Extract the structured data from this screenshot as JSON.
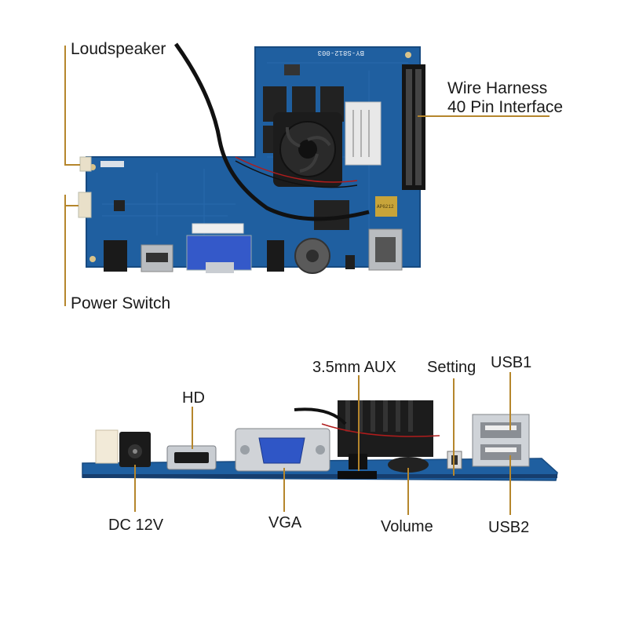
{
  "top_board": {
    "labels": {
      "loudspeaker": "Loudspeaker",
      "power_switch": "Power Switch",
      "wire_harness_line1": "Wire Harness",
      "wire_harness_line2": "40 Pin Interface"
    },
    "pcb_silkscreen": "BY-S812-003",
    "chip_label": "AP6212"
  },
  "bottom_board": {
    "labels": {
      "hd": "HD",
      "aux": "3.5mm AUX",
      "setting": "Setting",
      "usb1": "USB1",
      "dc12v": "DC 12V",
      "vga": "VGA",
      "volume": "Volume",
      "usb2": "USB2"
    }
  },
  "colors": {
    "pcb_blue": "#1f5fa0",
    "pcb_dark": "#174a80",
    "leader_line": "#b5862c",
    "metal": "#c9cdd2",
    "heatsink": "#1c1c1c",
    "vga_blue": "#2f56c6",
    "text": "#1a1a1a"
  }
}
